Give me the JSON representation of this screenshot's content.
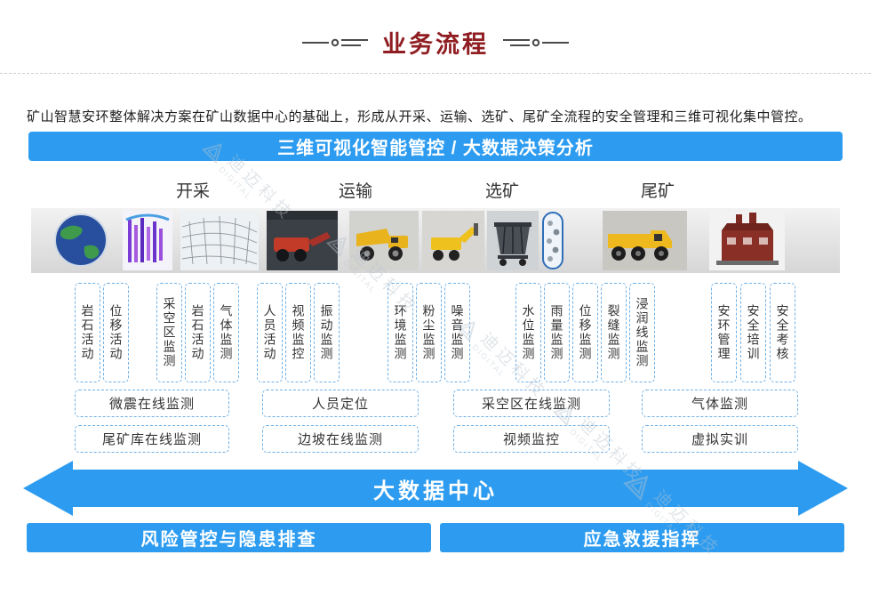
{
  "title": "业务流程",
  "intro": "矿山智慧安环整体解决方案在矿山数据中心的基础上，形成从开采、运输、选矿、尾矿全流程的安全管理和三维可视化集中管控。",
  "top_banner": "三维可视化智能管控 / 大数据决策分析",
  "stages": [
    "开采",
    "运输",
    "选矿",
    "尾矿"
  ],
  "monitor_groups": [
    [
      "岩石活动",
      "位移活动"
    ],
    [
      "采空区监测",
      "岩石活动",
      "气体监测"
    ],
    [
      "人员活动",
      "视频监控",
      "振动监测"
    ],
    [
      "环境监测",
      "粉尘监测",
      "噪音监测"
    ],
    [
      "水位监测",
      "雨量监测",
      "位移监测",
      "裂缝监测",
      "浸润线监测"
    ],
    [
      "安环管理",
      "安全培训",
      "安全考核"
    ]
  ],
  "system_boxes": [
    [
      "微震在线监测",
      "尾矿库在线监测"
    ],
    [
      "人员定位",
      "边坡在线监测"
    ],
    [
      "采空区在线监测",
      "视频监控"
    ],
    [
      "气体监测",
      "虚拟实训"
    ]
  ],
  "data_center_label": "大数据中心",
  "bottom_banners": [
    "风险管控与隐患排查",
    "应急救援指挥"
  ],
  "photos": [
    "earth-globe",
    "seismic-section",
    "wireframe-model",
    "underground-loader",
    "mine-dump-truck",
    "rock-breaker",
    "ore-skip",
    "ore-pass",
    "haul-truck",
    "processing-plant"
  ],
  "watermark": {
    "cn": "迪迈科技",
    "en": "DIGITAL"
  },
  "colors": {
    "accent_blue": "#2D9CF0",
    "title_red": "#8F1D22",
    "dashed_border": "#6FB0E6"
  }
}
